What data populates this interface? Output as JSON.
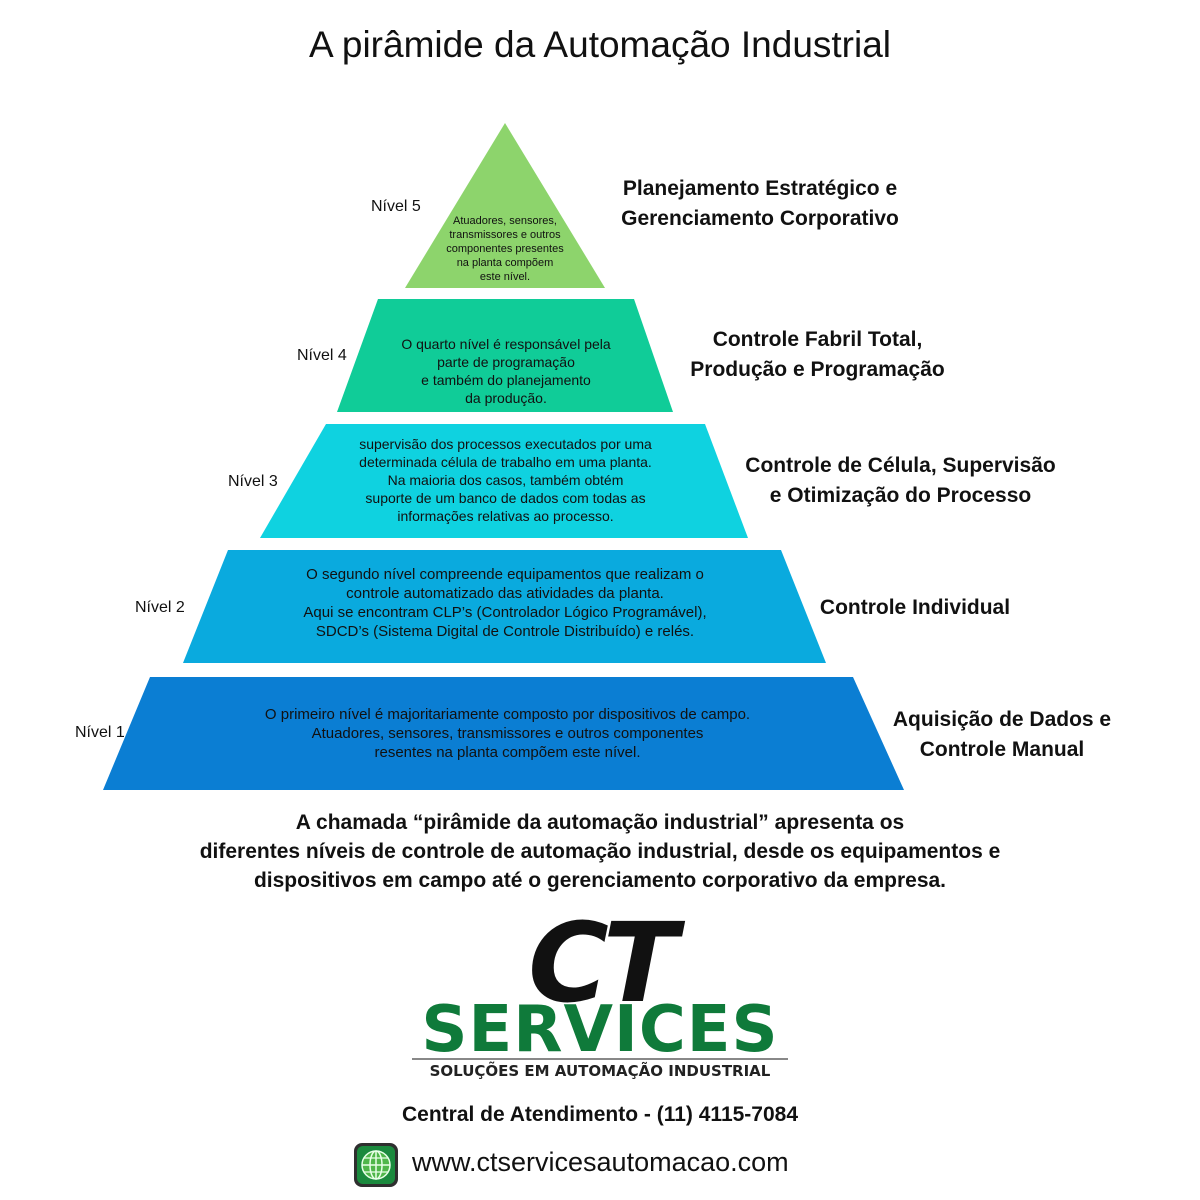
{
  "title": "A pirâmide da Automação Industrial",
  "levels": [
    {
      "label": "Nível 5",
      "name": [
        "Planejamento Estratégico e",
        "Gerenciamento Corporativo"
      ],
      "text": [
        "Atuadores, sensores,",
        "transmissores e outros",
        "componentes presentes",
        "na planta compõem",
        "este nível."
      ],
      "color": "#8dd46c"
    },
    {
      "label": "Nível 4",
      "name": [
        "Controle Fabril Total,",
        "Produção e Programação"
      ],
      "text": [
        "O quarto nível é responsável pela",
        "parte de programação",
        "e também do planejamento",
        "da produção."
      ],
      "color": "#10cc98"
    },
    {
      "label": "Nível 3",
      "name": [
        "Controle de Célula, Supervisão",
        "e Otimização do Processo"
      ],
      "text": [
        "supervisão dos processos executados por uma",
        "determinada célula de trabalho em uma planta.",
        "Na maioria dos casos, também obtém",
        "suporte de um banco de dados com todas as",
        "informações relativas ao processo."
      ],
      "color": "#0fd2e0"
    },
    {
      "label": "Nível 2",
      "name": [
        "Controle Individual"
      ],
      "text": [
        "O segundo nível compreende equipamentos que realizam o",
        "controle automatizado das atividades da planta.",
        "Aqui se encontram CLP’s (Controlador Lógico Programável),",
        "SDCD’s (Sistema Digital de Controle Distribuído) e relés."
      ],
      "color": "#0aaade"
    },
    {
      "label": "Nível 1",
      "name": [
        "Aquisição de Dados e",
        "Controle Manual"
      ],
      "text": [
        "O primeiro nível é majoritariamente composto por dispositivos de campo.",
        "Atuadores, sensores, transmissores e outros componentes",
        "resentes na planta compõem este nível."
      ],
      "color": "#0b7ed3"
    }
  ],
  "description": [
    "A chamada “pirâmide da automação industrial” apresenta os",
    "diferentes níveis de controle de automação industrial, desde os equipamentos e",
    "dispositivos em campo até o gerenciamento corporativo da empresa."
  ],
  "logo": {
    "ct": "CT",
    "services": "SERVICES",
    "tagline": "SOLUÇÕES EM AUTOMAÇÃO INDUSTRIAL",
    "green": "#0f7a3a"
  },
  "contact": "Central de Atendimento - (11) 4115-7084",
  "website": "www.ctservicesautomacao.com",
  "website_icon": "globe-icon"
}
